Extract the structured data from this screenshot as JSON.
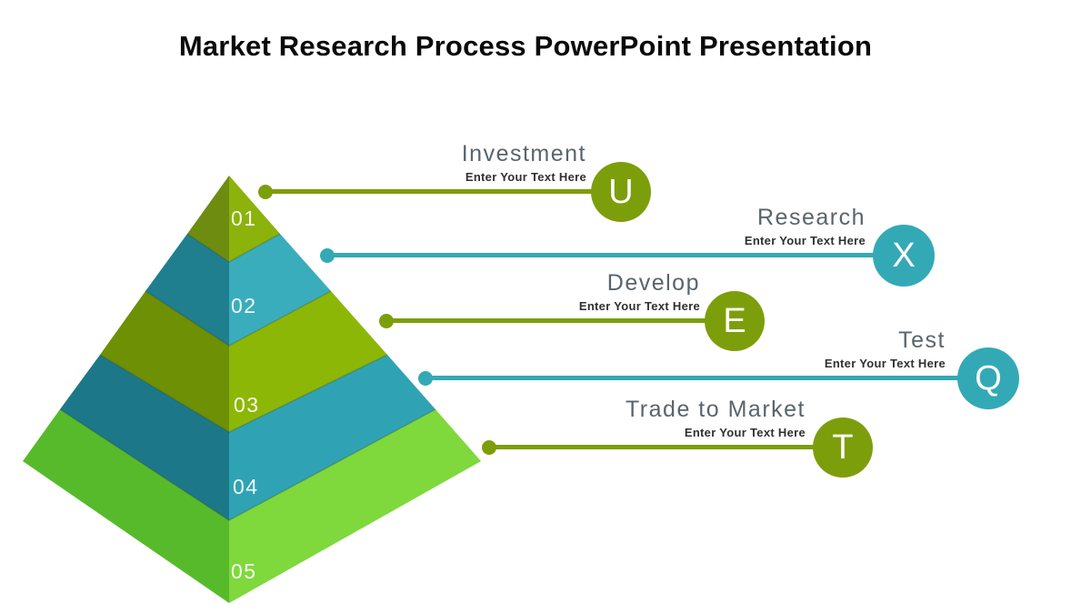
{
  "title": "Market Research Process PowerPoint Presentation",
  "colors": {
    "olive": "#7d9e0b",
    "teal": "#34a9b6",
    "title_text": "#5a646c",
    "subtitle_text": "#303030"
  },
  "pyramid": {
    "layers": [
      {
        "label": "01",
        "left_color": "#6e8d10",
        "right_color": "#8cb20c"
      },
      {
        "label": "02",
        "left_color": "#1f7f8e",
        "right_color": "#3aadbc"
      },
      {
        "label": "03",
        "left_color": "#6d9004",
        "right_color": "#8db707"
      },
      {
        "label": "04",
        "left_color": "#1c7888",
        "right_color": "#2fa3b4"
      },
      {
        "label": "05",
        "left_color": "#57ba2b",
        "right_color": "#7fd83c"
      }
    ]
  },
  "callouts": [
    {
      "title": "Investment",
      "subtitle": "Enter Your Text Here",
      "letter": "U",
      "color_key": "olive"
    },
    {
      "title": "Research",
      "subtitle": "Enter Your Text Here",
      "letter": "X",
      "color_key": "teal"
    },
    {
      "title": "Develop",
      "subtitle": "Enter Your Text Here",
      "letter": "E",
      "color_key": "olive"
    },
    {
      "title": "Test",
      "subtitle": "Enter Your Text Here",
      "letter": "Q",
      "color_key": "teal"
    },
    {
      "title": "Trade to Market",
      "subtitle": "Enter Your Text Here",
      "letter": "T",
      "color_key": "olive"
    }
  ]
}
